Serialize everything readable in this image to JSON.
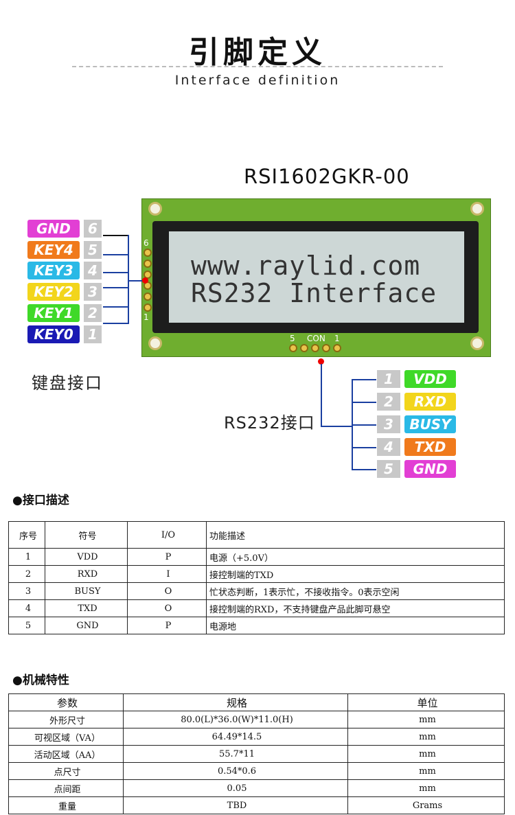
{
  "header": {
    "title": "引脚定义",
    "subtitle": "Interface definition"
  },
  "module": {
    "model": "RSI1602GKR-00",
    "lcd_lines": [
      "www.raylid.com",
      "RS232 Interface"
    ],
    "con_label": "CON",
    "con_left_num": "5",
    "con_right_num": "1",
    "side_label_6": "6",
    "side_label_1": "1"
  },
  "keyboard": {
    "label": "键盘接口",
    "pins": [
      {
        "name": "GND",
        "num": "6",
        "color": "#e23fd4"
      },
      {
        "name": "KEY4",
        "num": "5",
        "color": "#f07a1c"
      },
      {
        "name": "KEY3",
        "num": "4",
        "color": "#2ab9e6"
      },
      {
        "name": "KEY2",
        "num": "3",
        "color": "#f2d51c"
      },
      {
        "name": "KEY1",
        "num": "2",
        "color": "#3fd928"
      },
      {
        "name": "KEY0",
        "num": "1",
        "color": "#1a1ab4"
      }
    ]
  },
  "rs232": {
    "label": "RS232接口",
    "pins": [
      {
        "num": "1",
        "name": "VDD",
        "color": "#3fd928"
      },
      {
        "num": "2",
        "name": "RXD",
        "color": "#f2d51c"
      },
      {
        "num": "3",
        "name": "BUSY",
        "color": "#2ab9e6"
      },
      {
        "num": "4",
        "name": "TXD",
        "color": "#f07a1c"
      },
      {
        "num": "5",
        "name": "GND",
        "color": "#e23fd4"
      }
    ]
  },
  "interface_desc": {
    "heading": "●接口描述",
    "columns": [
      "序号",
      "符号",
      "I/O",
      "功能描述"
    ],
    "rows": [
      [
        "1",
        "VDD",
        "P",
        "电源（+5.0V）"
      ],
      [
        "2",
        "RXD",
        "I",
        "接控制端的TXD"
      ],
      [
        "3",
        "BUSY",
        "O",
        "忙状态判断，1表示忙，不接收指令。0表示空闲"
      ],
      [
        "4",
        "TXD",
        "O",
        "接控制端的RXD，不支持键盘产品此脚可悬空"
      ],
      [
        "5",
        "GND",
        "P",
        "电源地"
      ]
    ]
  },
  "mechanical": {
    "heading": "●机械特性",
    "columns": [
      "参数",
      "规格",
      "单位"
    ],
    "rows": [
      [
        "外形尺寸",
        "80.0(L)*36.0(W)*11.0(H)",
        "mm"
      ],
      [
        "可视区域（VA）",
        "64.49*14.5",
        "mm"
      ],
      [
        "活动区域（AA）",
        "55.7*11",
        "mm"
      ],
      [
        "点尺寸",
        "0.54*0.6",
        "mm"
      ],
      [
        "点间距",
        "0.05",
        "mm"
      ],
      [
        "重量",
        "TBD",
        "Grams"
      ]
    ]
  }
}
